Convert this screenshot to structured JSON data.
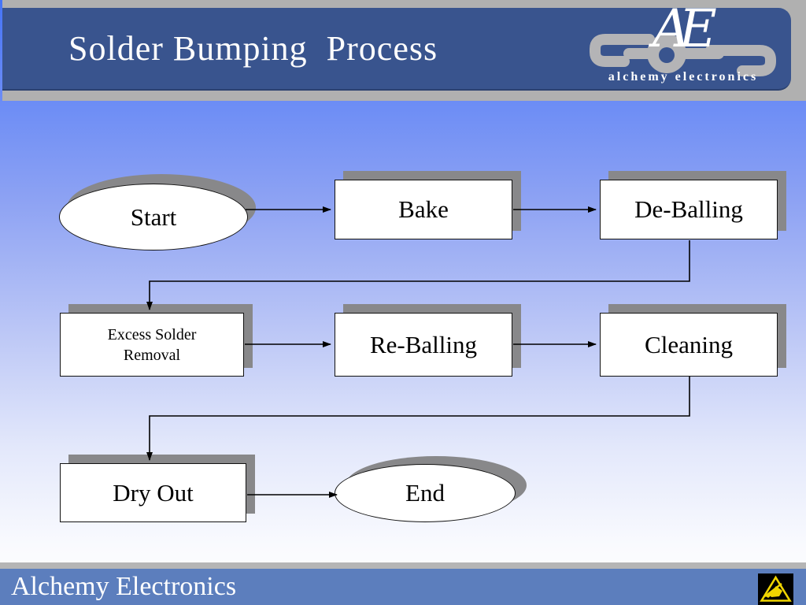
{
  "slide": {
    "title": "Solder Bumping  Process",
    "footer_text": "Alchemy Electronics"
  },
  "logo": {
    "monogram": "AE",
    "caption": "alchemy electronics"
  },
  "flowchart": {
    "nodes": [
      {
        "id": "start",
        "label": "Start",
        "type": "ellipse"
      },
      {
        "id": "bake",
        "label": "Bake",
        "type": "rect"
      },
      {
        "id": "de-balling",
        "label": "De-Balling",
        "type": "rect"
      },
      {
        "id": "excess-solder-removal",
        "label": "Excess Solder Removal",
        "type": "rect"
      },
      {
        "id": "re-balling",
        "label": "Re-Balling",
        "type": "rect"
      },
      {
        "id": "cleaning",
        "label": "Cleaning",
        "type": "rect"
      },
      {
        "id": "dry-out",
        "label": "Dry Out",
        "type": "rect"
      },
      {
        "id": "end",
        "label": "End",
        "type": "ellipse"
      }
    ],
    "edges": [
      {
        "from": "start",
        "to": "bake"
      },
      {
        "from": "bake",
        "to": "de-balling"
      },
      {
        "from": "de-balling",
        "to": "excess-solder-removal"
      },
      {
        "from": "excess-solder-removal",
        "to": "re-balling"
      },
      {
        "from": "re-balling",
        "to": "cleaning"
      },
      {
        "from": "cleaning",
        "to": "dry-out"
      },
      {
        "from": "dry-out",
        "to": "end"
      }
    ]
  },
  "icons": {
    "esd": "esd-warning-icon"
  },
  "colors": {
    "header_navy": "#39548e",
    "band_gray": "#b0b0b0",
    "footer_blue": "#5c7ebd",
    "shadow_gray": "#88888a",
    "background_top": "#4574f7",
    "background_bottom": "#ffffff",
    "esd_yellow": "#f0d500",
    "node_fill": "#ffffff",
    "connector_black": "#000000"
  }
}
